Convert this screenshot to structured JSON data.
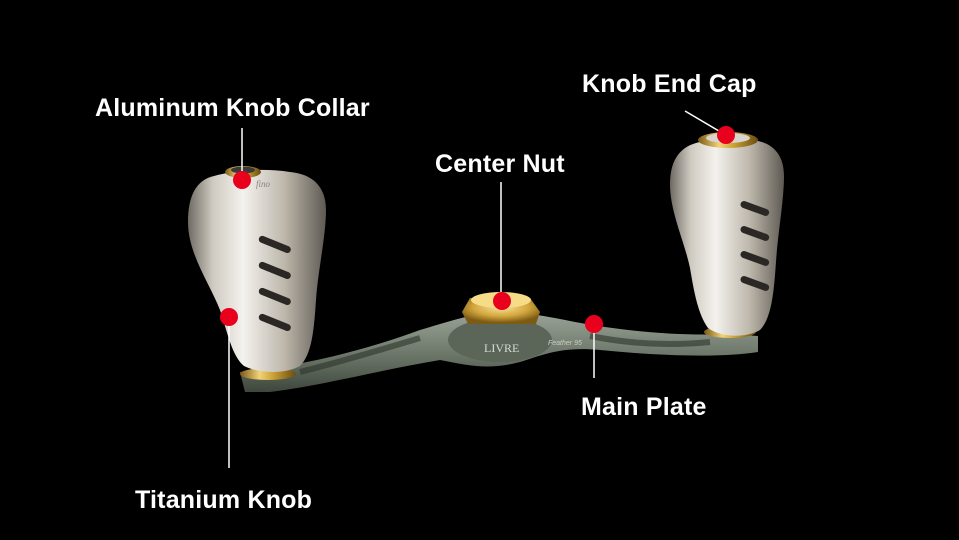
{
  "labels": {
    "collar": "Aluminum Knob Collar",
    "endcap": "Knob End Cap",
    "nut": "Center Nut",
    "plate": "Main Plate",
    "knob": "Titanium Knob"
  },
  "product_markings": {
    "brand": "LIVRE",
    "model": "Feather 95",
    "knob_logo": "fino"
  },
  "colors": {
    "background": "#000000",
    "marker": "#e8001c",
    "label": "#ffffff",
    "gold": "#c9a033",
    "plate": "#6f7a6c"
  }
}
